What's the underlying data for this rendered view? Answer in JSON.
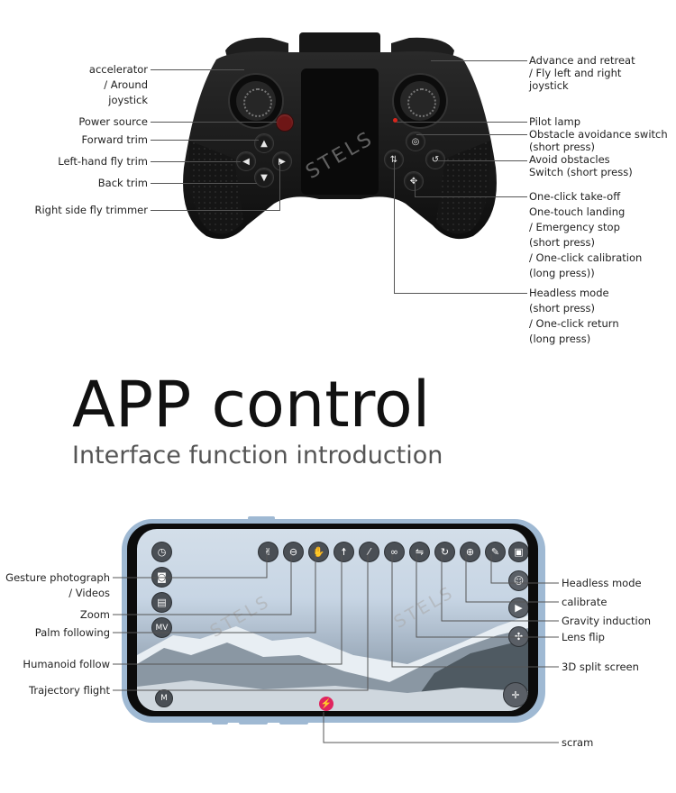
{
  "controller": {
    "left_labels": [
      "accelerator",
      "/ Around",
      "joystick",
      "Power source",
      "Forward trim",
      "Left-hand fly trim",
      "Back trim",
      "Right side fly trimmer"
    ],
    "right_labels": {
      "advance": [
        "Advance and retreat",
        "/ Fly left and right",
        "joystick"
      ],
      "pilot_lamp": "Pilot lamp",
      "obstacle": [
        "Obstacle avoidance switch",
        "(short press)"
      ],
      "avoid": [
        "Avoid obstacles",
        "Switch (short press)"
      ],
      "oneclick": [
        "One-click take-off",
        "One-touch landing",
        "/ Emergency stop",
        "(short press)",
        "/ One-click calibration",
        "(long press))"
      ],
      "headless": [
        "Headless mode",
        "(short press)",
        "/ One-click return",
        "(long press)"
      ]
    }
  },
  "watermark": "STELS",
  "heading": {
    "title": "APP control",
    "subtitle": "Interface function introduction"
  },
  "app": {
    "left_labels": {
      "gesture": [
        "Gesture photograph",
        "/ Videos"
      ],
      "zoom": "Zoom",
      "palm": "Palm following",
      "humanoid": "Humanoid follow",
      "trajectory": "Trajectory flight"
    },
    "right_labels": {
      "headless": "Headless mode",
      "calibrate": "calibrate",
      "gravity": "Gravity induction",
      "lens": "Lens flip",
      "split": "3D split screen"
    },
    "bottom_label": "scram",
    "icon_text": {
      "mv": "MV",
      "m": "M"
    }
  },
  "colors": {
    "scram": "#e0245e",
    "pilot_lamp": "#d8261d",
    "power_button": "#7a1a1a"
  }
}
